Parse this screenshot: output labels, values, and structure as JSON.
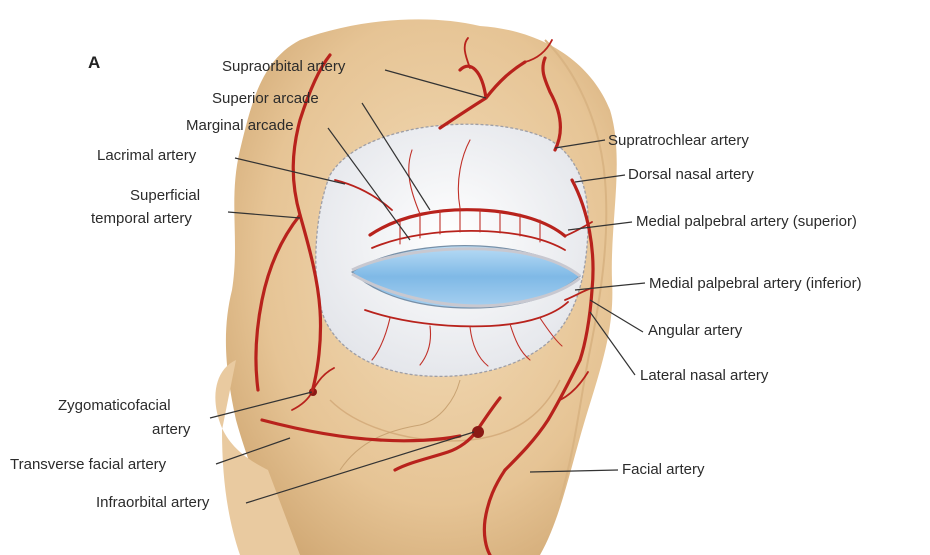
{
  "figure": {
    "panel_letter": "A",
    "labels": {
      "supraorbital": "Supraorbital artery",
      "superior_arcade": "Superior arcade",
      "marginal_arcade": "Marginal arcade",
      "lacrimal": "Lacrimal artery",
      "superficial_temporal_1": "Superficial",
      "superficial_temporal_2": "temporal artery",
      "supratrochlear": "Supratrochlear artery",
      "dorsal_nasal": "Dorsal nasal artery",
      "medial_palpebral_superior": "Medial palpebral artery (superior)",
      "medial_palpebral_inferior": "Medial palpebral artery (inferior)",
      "angular": "Angular artery",
      "lateral_nasal": "Lateral nasal artery",
      "zygomaticofacial_1": "Zygomaticofacial",
      "zygomaticofacial_2": "artery",
      "transverse_facial": "Transverse facial artery",
      "infraorbital": "Infraorbital artery",
      "facial": "Facial artery"
    },
    "colors": {
      "skin": "#ecd0a6",
      "skin_shadow": "#d9b483",
      "artery": "#b8221c",
      "eye": "#8ec4ec",
      "orbit_septum": "#f4f4f6"
    }
  }
}
